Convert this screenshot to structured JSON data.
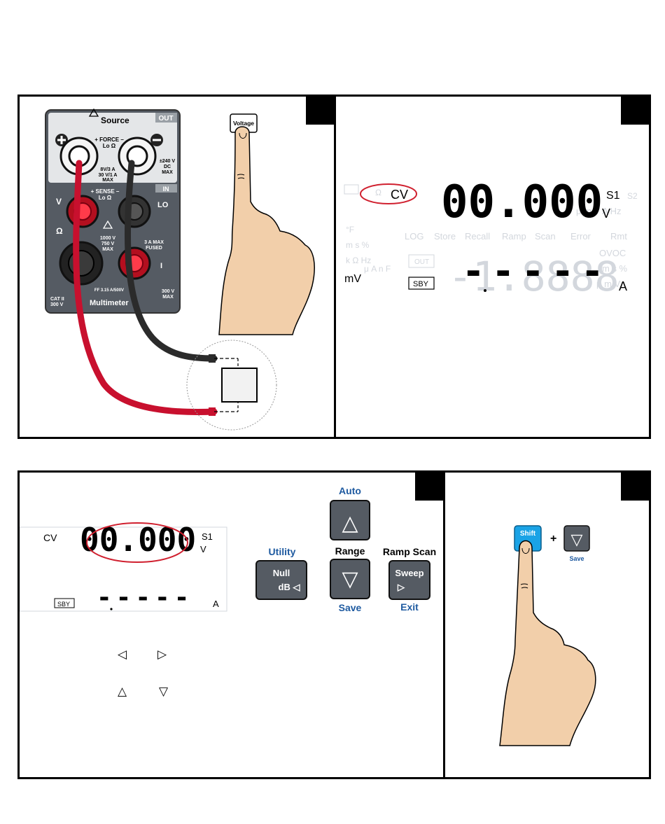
{
  "multimeter": {
    "source_title": "Source",
    "out_badge": "OUT",
    "in_badge": "IN",
    "force_label": "+ FORCE –",
    "force_sub": "Lo Ω",
    "rating_source": [
      "8V/3 A",
      "30 V/1 A",
      "MAX"
    ],
    "dc_rating": [
      "±240 V",
      "DC",
      "MAX"
    ],
    "sense_label": "+ SENSE –",
    "sense_sub": "Lo Ω",
    "lo_label": "LO",
    "v_label": "V",
    "ohm_label": "Ω",
    "rating_sense": [
      "1000 V",
      "750 V",
      "MAX"
    ],
    "current_rating": [
      "3 A MAX",
      "FUSED"
    ],
    "i_label": "I",
    "fuse_label": "FF 3.15 A/500V",
    "cat_label": [
      "CAT II",
      "300 V"
    ],
    "max_label": [
      "300 V",
      "MAX"
    ],
    "brand": "Multimeter"
  },
  "voltage_key": "Voltage",
  "display1": {
    "mode": "CV",
    "main_digits": "00.000",
    "s1": "S1",
    "s2": "S2",
    "main_unit": "V",
    "sub_digits": "-----",
    "sub_unit": "A",
    "sby": "SBY",
    "mv": "mV",
    "ghost_top": [
      "LOG",
      "Store",
      "Recall",
      "Ramp",
      "Scan",
      "Error",
      "Rmt"
    ],
    "ghost_left": [
      "Ω",
      "°F",
      "m s %",
      "k Ω Hz",
      "μ A n F"
    ],
    "ghost_right": [
      "μ m V A Hz",
      "OVOC",
      "m s %",
      "μ m V"
    ],
    "ghost_out": "OUT",
    "ghost_sub": "-1.8888"
  },
  "display2": {
    "mode": "CV",
    "main_digits": "00.000",
    "s1": "S1",
    "main_unit": "V",
    "sub_digits": "-----",
    "sub_unit": "A",
    "sby": "SBY"
  },
  "keys": {
    "auto": "Auto",
    "range": "Range",
    "save": "Save",
    "utility": "Utility",
    "null_top": "Null",
    "null_bottom": "dB ◁",
    "ramp_scan": "Ramp Scan",
    "sweep_top": "Sweep",
    "sweep_bottom": "▷",
    "exit": "Exit",
    "up_glyph": "△",
    "down_glyph": "▽"
  },
  "arrows": {
    "left": "◁",
    "right": "▷",
    "up": "△",
    "down": "▽"
  },
  "combo": {
    "shift": "Shift",
    "plus": "+",
    "down_glyph": "▽",
    "save": "Save"
  },
  "colors": {
    "red_lead": "#c8102e",
    "black_lead": "#2b2b2b",
    "skin": "#f2cfaa",
    "key_blue": "#1e5aa0",
    "shift_blue": "#1aa3e6",
    "circle_red": "#d0202f"
  }
}
